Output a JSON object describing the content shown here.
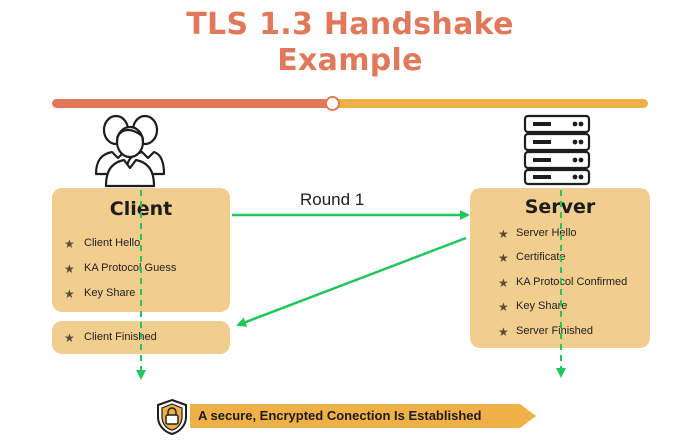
{
  "title": {
    "line1": "TLS 1.3 Handshake",
    "line2": "Example"
  },
  "client": {
    "label": "Client",
    "items": [
      "Client Hello",
      "KA Protocol Guess",
      "Key Share"
    ],
    "finished": "Client Finished"
  },
  "server": {
    "label": "Server",
    "items": [
      "Server Hello",
      "Certificate",
      "KA Protocol Confirmed",
      "Key Share",
      "Server Finished"
    ]
  },
  "round_label": "Round 1",
  "footer": "A secure, Encrypted Conection Is Established",
  "colors": {
    "title": "#e0795a",
    "box": "#f1cd8e",
    "arrow": "#22c55e",
    "bar_right": "#f0b048"
  },
  "icons": [
    "users-icon",
    "server-icon",
    "shield-lock-icon",
    "star-icon"
  ]
}
